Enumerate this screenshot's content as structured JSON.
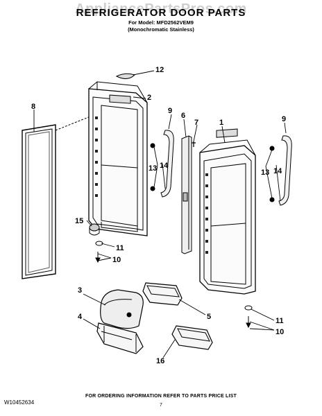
{
  "watermark": "AppliancePartsPros.com",
  "title": "REFRIGERATOR DOOR PARTS",
  "model_line": "For Model: MFD2562VEM9",
  "finish_line": "(Monochromatic Stainless)",
  "callouts": {
    "c1": "1",
    "c2": "2",
    "c3": "3",
    "c4": "4",
    "c5": "5",
    "c6": "6",
    "c7": "7",
    "c8": "8",
    "c9a": "9",
    "c9b": "9",
    "c10a": "10",
    "c10b": "10",
    "c11a": "11",
    "c11b": "11",
    "c12": "12",
    "c13a": "13",
    "c13b": "13",
    "c14a": "14",
    "c14b": "14",
    "c15": "15",
    "c16": "16"
  },
  "footer": "FOR ORDERING INFORMATION REFER TO PARTS PRICE LIST",
  "doc_number": "W10452634",
  "page_number": "7"
}
